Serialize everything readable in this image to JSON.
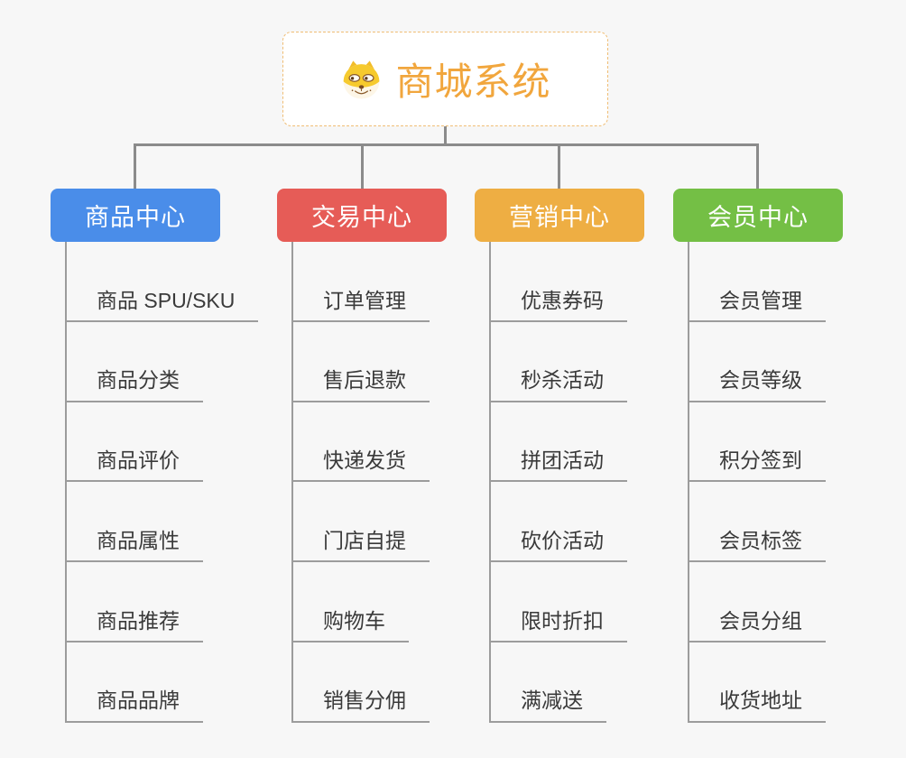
{
  "root": {
    "title": "商城系统",
    "icon": "dog-face-icon",
    "title_color": "#f1a63d",
    "border_color": "#f0bd74"
  },
  "connector_color": "#8b8b8b",
  "branches": [
    {
      "label": "商品中心",
      "color": "#4a8de9",
      "items": [
        "商品 SPU/SKU",
        "商品分类",
        "商品评价",
        "商品属性",
        "商品推荐",
        "商品品牌"
      ]
    },
    {
      "label": "交易中心",
      "color": "#e65c57",
      "items": [
        "订单管理",
        "售后退款",
        "快递发货",
        "门店自提",
        "购物车",
        "销售分佣"
      ]
    },
    {
      "label": "营销中心",
      "color": "#eeae43",
      "items": [
        "优惠券码",
        "秒杀活动",
        "拼团活动",
        "砍价活动",
        "限时折扣",
        "满减送"
      ]
    },
    {
      "label": "会员中心",
      "color": "#74bf45",
      "items": [
        "会员管理",
        "会员等级",
        "积分签到",
        "会员标签",
        "会员分组",
        "收货地址"
      ]
    }
  ]
}
